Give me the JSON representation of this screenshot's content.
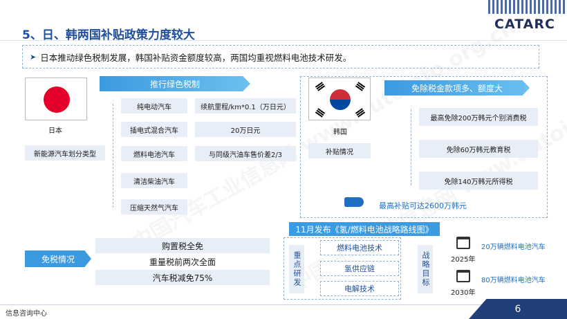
{
  "title": "5、日、韩两国补贴政策力度较大",
  "logo": "CATARC",
  "intro": "日本推动绿色税制发展，韩国补贴资金额度较高，两国均重视燃料电池技术研发。",
  "japan": {
    "label": "日本",
    "category": "新能源汽车划分类型",
    "banner": "推行绿色税制",
    "types": [
      "纯电动汽车",
      "插电式混合汽车",
      "燃料电池汽车",
      "清洁柴油汽车",
      "压缩天然气汽车"
    ],
    "values": [
      "续航里程/km*0.1（万日元）",
      "20万日元",
      "与同级汽油车售价差2/3"
    ]
  },
  "korea": {
    "label": "韩国",
    "subsidy": "补贴情况",
    "banner": "免除税金款项多、额度大",
    "items": [
      "最高免除200万韩元个别消费税",
      "免除60万韩元教育税",
      "免除140万韩元所得税"
    ],
    "max": "最高补贴可达2600万韩元"
  },
  "taxfree": {
    "label": "免税情况",
    "rows": [
      "购置税全免",
      "重量税前两次全面",
      "汽车税减免75%"
    ]
  },
  "roadmap": {
    "banner": "11月发布《氢/燃料电池战略路线图》",
    "focus_tag": "重点研发",
    "goal_tag": "战略目标",
    "items": [
      "燃料电池技术",
      "氢供应链",
      "电解技术"
    ],
    "goals": [
      {
        "year": "2025年",
        "text": "20万辆燃料电池汽车"
      },
      {
        "year": "2030年",
        "text": "80万辆燃料电池汽车"
      }
    ]
  },
  "footer": "信息咨询中心",
  "page_number": "6",
  "watermark": "中国汽车工业信息网 www.autoinfo.org.cn",
  "colors": {
    "title": "#1f4e9b",
    "banner": "#3c9ae0",
    "cell": "#e8eef7",
    "footer_bar": "#1f3e7a"
  }
}
